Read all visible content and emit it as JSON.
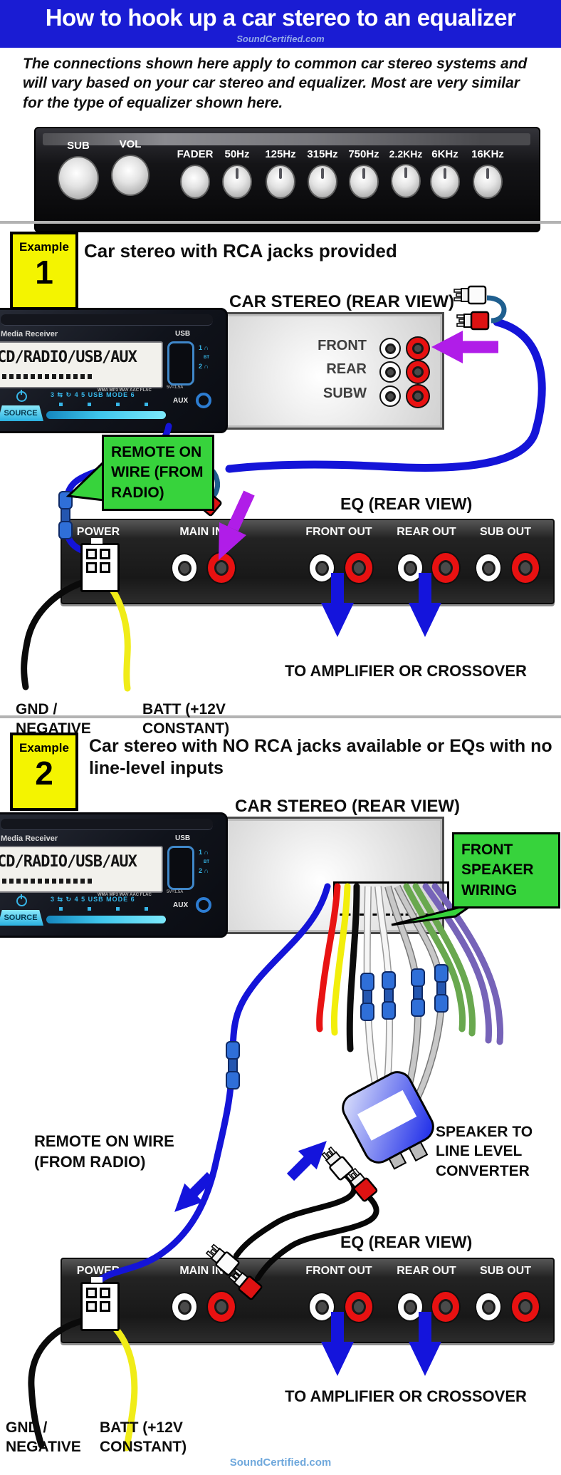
{
  "header": {
    "title": "How to hook up a car stereo to an equalizer",
    "site": "SoundCertified.com"
  },
  "intro": "The connections shown here apply to common car stereo systems and will vary based on your car stereo and equalizer. Most are very similar for the type of equalizer shown here.",
  "equalizer": {
    "knobs": [
      "SUB",
      "VOL",
      "FADER",
      "50Hz",
      "125Hz",
      "315Hz",
      "750Hz",
      "2.2KHz",
      "6KHz",
      "16KHz"
    ]
  },
  "stereo": {
    "brand": "Media Receiver",
    "display": "CD/RADIO/USB/AUX",
    "formats": "WMA MP3 WAV AAC FLAC",
    "button_row": "3 ⇆ ↻ 4  5 USB MODE  6",
    "source": "SOURCE",
    "usb": "USB",
    "usb_power": "5V=1.5A",
    "hp1": "1 ∩",
    "bt": "BT",
    "hp2": "2 ∩",
    "aux": "AUX"
  },
  "example1": {
    "badge": "Example",
    "number": "1",
    "heading": "Car stereo with RCA jacks provided",
    "rear_title": "CAR STEREO (REAR VIEW)",
    "jack_rows": [
      "FRONT",
      "REAR",
      "SUBW"
    ],
    "remote": "REMOTE ON WIRE (FROM RADIO)",
    "eq_title": "EQ (REAR VIEW)",
    "ports": [
      "POWER",
      "MAIN IN",
      "FRONT OUT",
      "REAR OUT",
      "SUB OUT"
    ],
    "to_amp": "TO AMPLIFIER OR CROSSOVER",
    "gnd": "GND / NEGATIVE",
    "batt": "BATT (+12V CONSTANT)"
  },
  "example2": {
    "badge": "Example",
    "number": "2",
    "heading": "Car stereo with NO RCA jacks available or EQs with no line-level inputs",
    "rear_title": "CAR STEREO (REAR VIEW)",
    "front_speaker": "FRONT SPEAKER WIRING",
    "remote": "REMOTE ON WIRE (FROM RADIO)",
    "converter": "SPEAKER TO LINE LEVEL CONVERTER",
    "eq_title": "EQ (REAR VIEW)",
    "ports": [
      "POWER",
      "MAIN IN",
      "FRONT OUT",
      "REAR OUT",
      "SUB OUT"
    ],
    "to_amp": "TO AMPLIFIER OR CROSSOVER",
    "gnd": "GND / NEGATIVE",
    "batt": "BATT (+12V CONSTANT)"
  },
  "footer": {
    "site": "SoundCertified.com"
  },
  "colors": {
    "header_bg": "#1a1cd3",
    "accent_green": "#37d33c",
    "badge_yellow": "#f4f400",
    "wire_blue": "#1414d8",
    "arrow_purple": "#b01de8",
    "jack_red": "#e81111",
    "cyan_accent": "#37b6e8",
    "footer_text": "#6fa8dc"
  }
}
